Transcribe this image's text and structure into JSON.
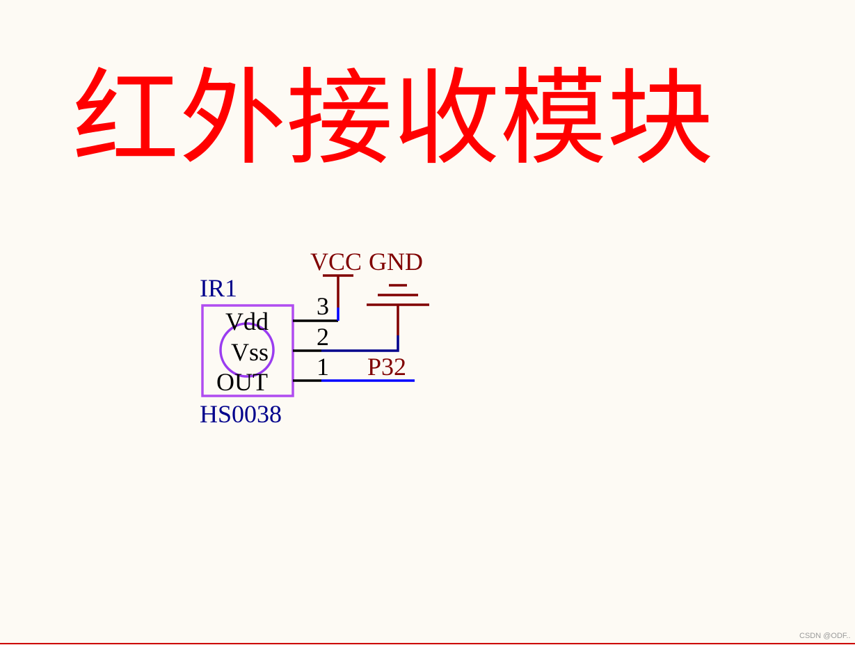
{
  "title": "红外接收模块",
  "component": {
    "designator": "IR1",
    "part": "HS0038",
    "pin_names": [
      "Vdd",
      "Vss",
      "OUT"
    ],
    "pin_numbers": [
      "3",
      "2",
      "1"
    ]
  },
  "power": {
    "vcc_label": "VCC",
    "gnd_label": "GND"
  },
  "net_label": "P32",
  "watermark": "CSDN @ODF..",
  "colors": {
    "title": "#ff0000",
    "background": "#fdfaf4",
    "designator_text": "#00008b",
    "power_symbol": "#800000",
    "wire": "#0000ff",
    "body_outline": "#b04cf0",
    "pin_line": "#000000",
    "bottom_rule": "#cc0000"
  }
}
